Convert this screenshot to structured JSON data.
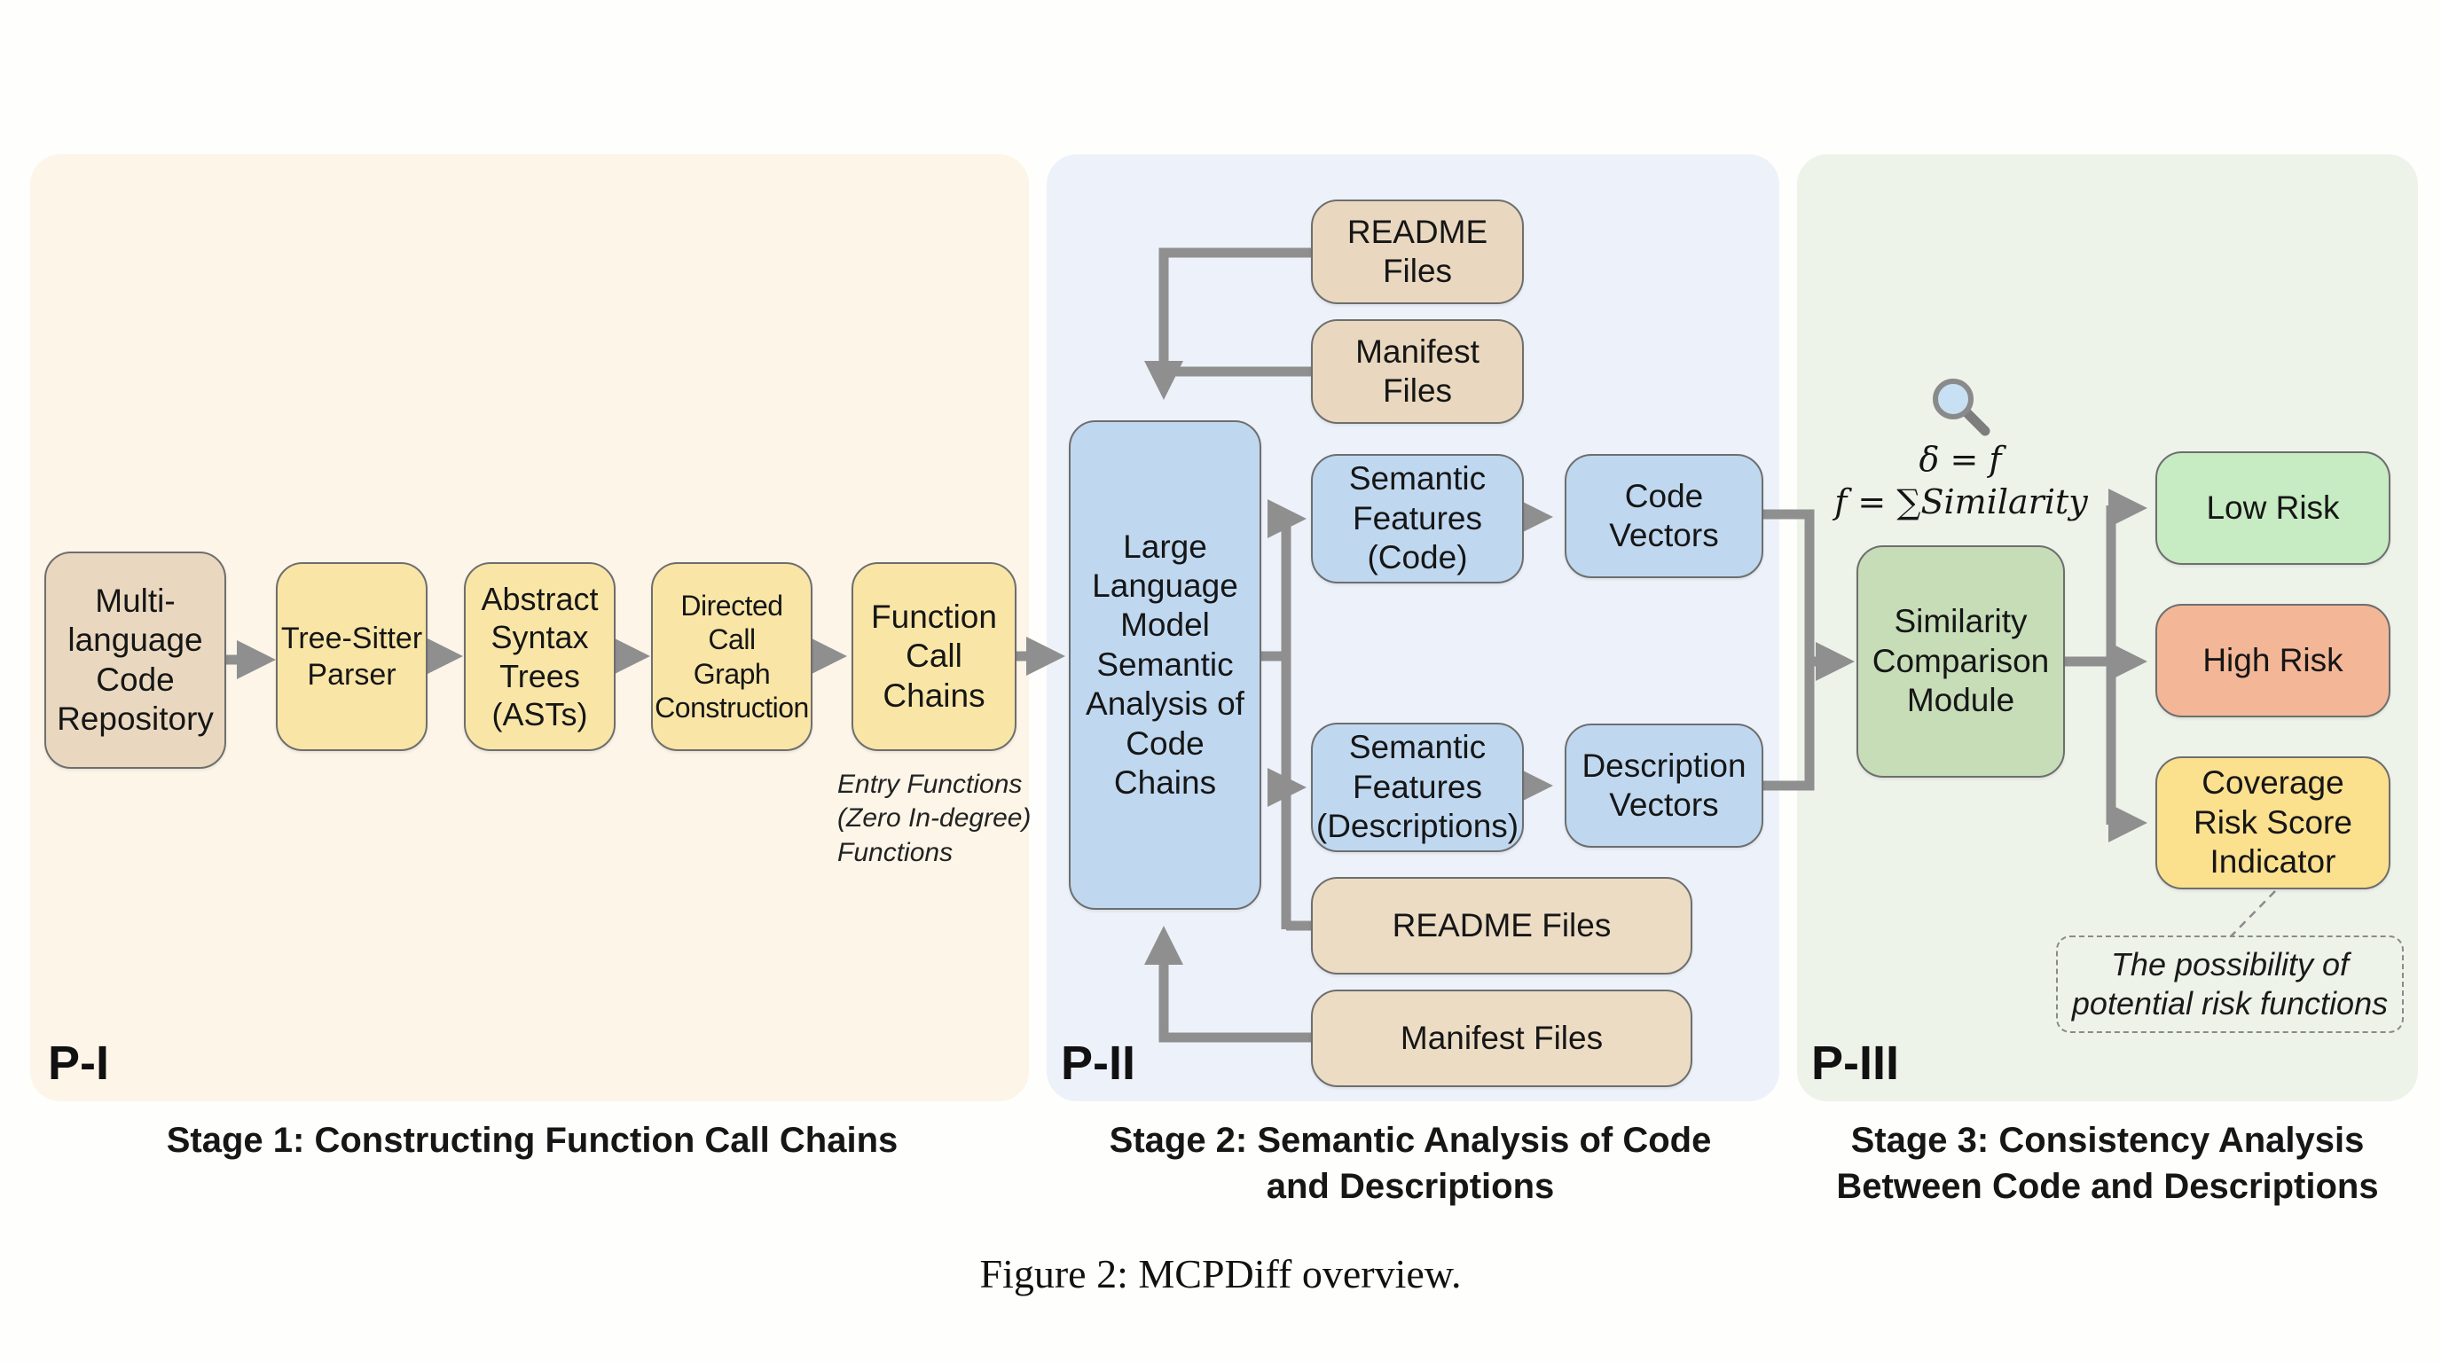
{
  "panels": {
    "p1": {
      "label": "P-I",
      "color": "#fcf5e8"
    },
    "p2": {
      "label": "P-II",
      "color": "#edf2fa"
    },
    "p3": {
      "label": "P-III",
      "color": "#eef3ea"
    }
  },
  "stage1": {
    "repo": "Multi-\nlanguage\nCode\nRepository",
    "parser": "Tree-Sitter\nParser",
    "ast": "Abstract\nSyntax\nTrees\n(ASTs)",
    "callgraph": "Directed\nCall\nGraph\nConstruction",
    "chains": "Function\nCall\nChains",
    "entry_note": "Entry Functions\n(Zero In-degree)\nFunctions"
  },
  "stage2": {
    "readme_top": "README\nFiles",
    "manifest_top": "Manifest\nFiles",
    "llm": "Large\nLanguage\nModel\nSemantic\nAnalysis of\nCode\nChains",
    "sem_code": "Semantic\nFeatures\n(Code)",
    "code_vectors": "Code\nVectors",
    "sem_desc": "Semantic\nFeatures\n(Descriptions)",
    "desc_vectors": "Description\nVectors",
    "readme_bottom": "README Files",
    "manifest_bottom": "Manifest Files"
  },
  "stage3": {
    "formula_line1": "δ = f",
    "formula_line2": "f = ∑Similarity",
    "icon": "magnifier-icon",
    "similarity": "Similarity\nComparison\nModule",
    "low_risk": "Low Risk",
    "high_risk": "High Risk",
    "coverage": "Coverage\nRisk Score\nIndicator",
    "possibility_note": "The possibility of\npotential risk functions"
  },
  "captions": {
    "stage1": "Stage 1: Constructing Function Call Chains",
    "stage2": "Stage 2: Semantic Analysis of Code\nand Descriptions",
    "stage3": "Stage 3: Consistency Analysis\nBetween Code and Descriptions",
    "figure": "Figure 2: MCPDiff overview."
  },
  "colors": {
    "arrow": "#8f8f8f",
    "tan": "#e9d8bf",
    "yellow": "#f9e6a6",
    "blue": "#bfd8f0",
    "green": "#c6ddb8",
    "low_risk": "#c7ebc2",
    "high_risk": "#f3b797",
    "coverage": "#fbe08e"
  }
}
